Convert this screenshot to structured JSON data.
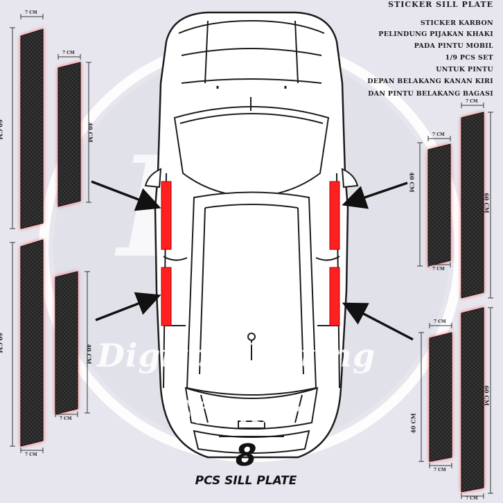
{
  "header": {
    "title": "STICKER SILL PLATE",
    "lines": [
      "STICKER KARBON",
      "PELINDUNG PIJAKAN KHAKI",
      "PADA PINTU MOBIL",
      "1/9 PCS SET",
      "UNTUK PINTU",
      "DEPAN BELAKANG KANAN KIRI",
      "DAN PINTU BELAKANG BAGASI"
    ]
  },
  "dimensions": {
    "width_7": "7 CM",
    "length_60": "60 CM",
    "length_40": "40 CM"
  },
  "watermark": {
    "logo": "Hc",
    "line1": "Digital Cutting",
    "line2": "Sticker"
  },
  "count": "8",
  "caption": "PCS SILL PLATE",
  "colors": {
    "background": "#e7e6ee",
    "carbon": "#2b2b2b",
    "glow": "#ff5a5a",
    "highlight": "#ff2020"
  }
}
